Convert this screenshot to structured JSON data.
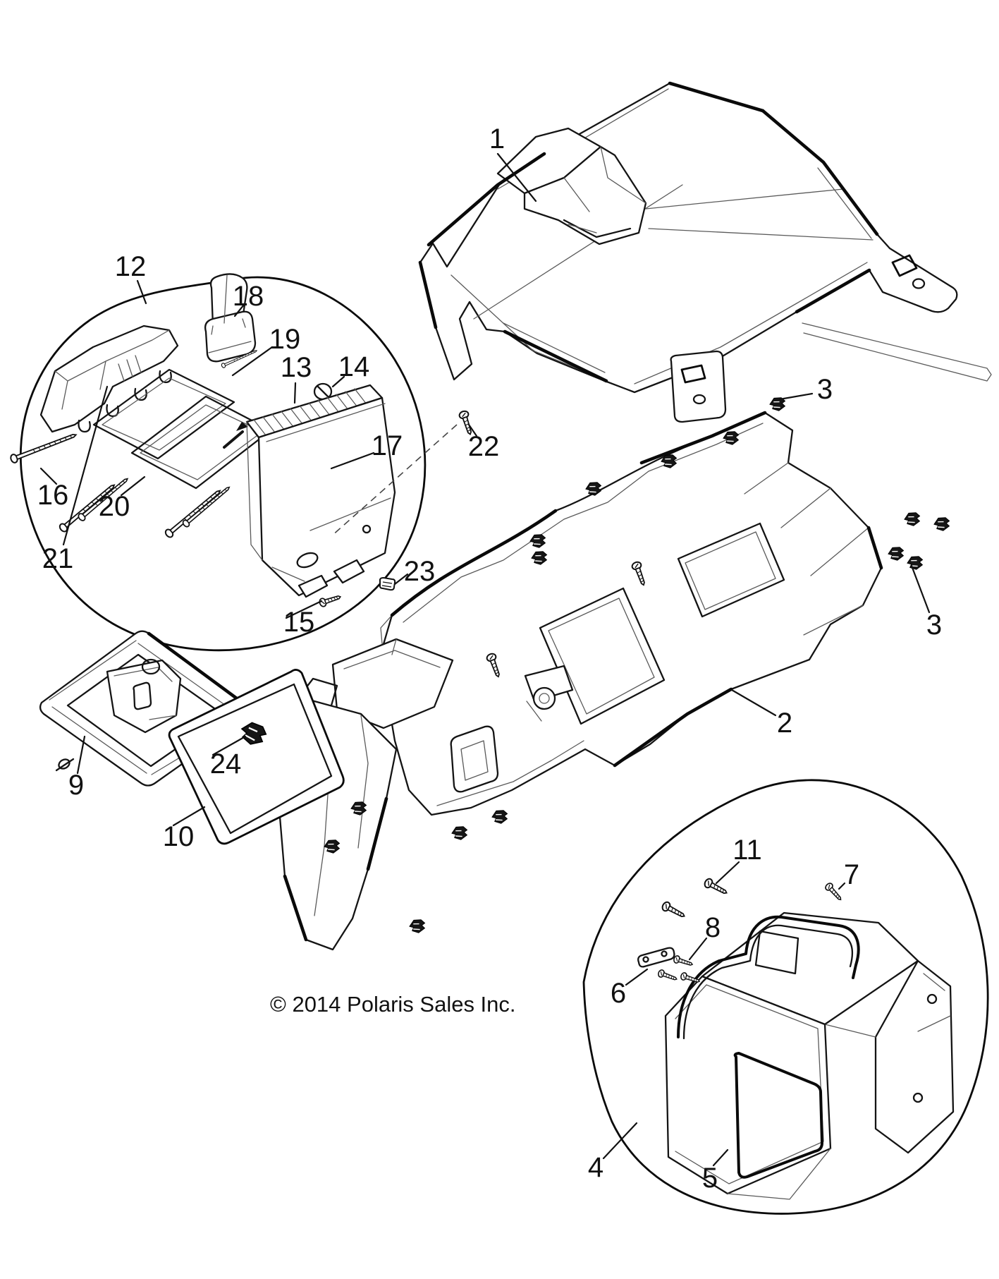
{
  "page": {
    "background": "#ffffff",
    "line_color": "#141414"
  },
  "footer": {
    "copyright": "© 2014 Polaris Sales Inc."
  },
  "callouts": [
    {
      "label": "1"
    },
    {
      "label": "12"
    },
    {
      "label": "18"
    },
    {
      "label": "19"
    },
    {
      "label": "13"
    },
    {
      "label": "14"
    },
    {
      "label": "3"
    },
    {
      "label": "17"
    },
    {
      "label": "22"
    },
    {
      "label": "16"
    },
    {
      "label": "20"
    },
    {
      "label": "21"
    },
    {
      "label": "23"
    },
    {
      "label": "15"
    },
    {
      "label": "3"
    },
    {
      "label": "2"
    },
    {
      "label": "24"
    },
    {
      "label": "9"
    },
    {
      "label": "10"
    },
    {
      "label": "11"
    },
    {
      "label": "7"
    },
    {
      "label": "8"
    },
    {
      "label": "6"
    },
    {
      "label": "4"
    },
    {
      "label": "5"
    }
  ]
}
